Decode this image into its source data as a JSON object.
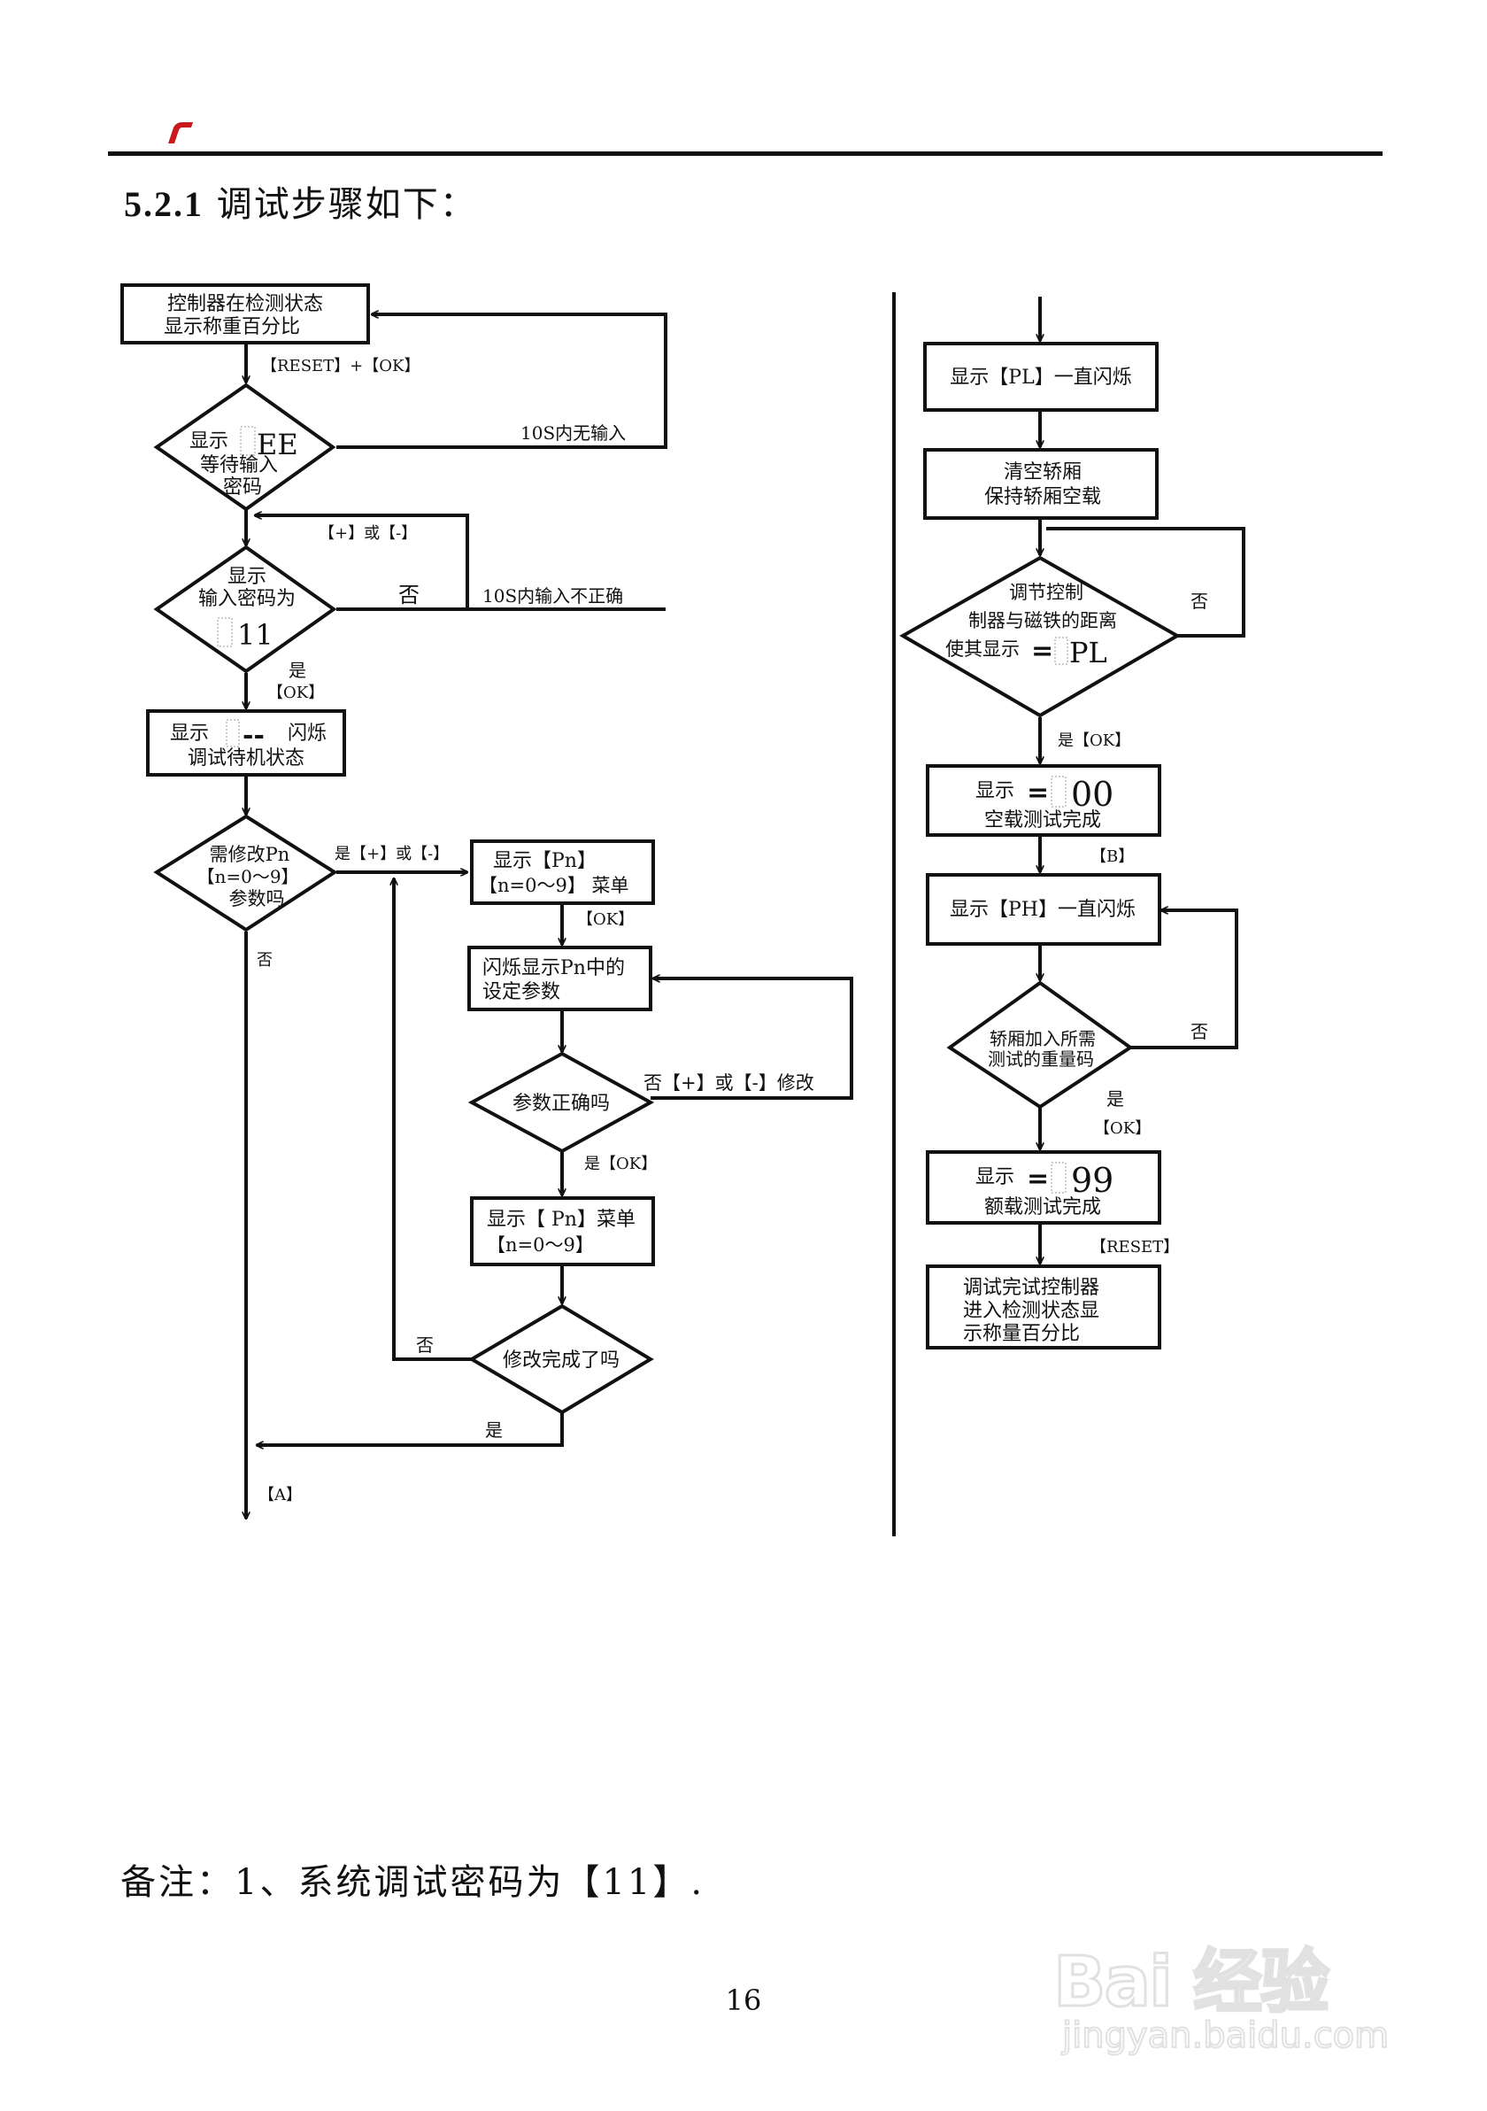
{
  "header": {
    "section_number": "5.2.1",
    "section_title": "调试步骤如下："
  },
  "left": {
    "n1": [
      "控制器在检测状态",
      "显示称重百分比"
    ],
    "e1": "【RESET】+【OK】",
    "d1": {
      "l1": "显示",
      "l2": "等待输入",
      "l3": "密码",
      "seg": "EE"
    },
    "e_timeout": "10S内无输入",
    "e_plusminus": "【+】或【-】",
    "d2": {
      "l1": "显示",
      "l2": "输入密码为",
      "seg": "11"
    },
    "no": "否",
    "e_wrong": "10S内输入不正确",
    "yes": "是",
    "ok": "【OK】",
    "n2": {
      "pre": "显示",
      "post": "闪烁",
      "l2": "调试待机状态",
      "seg": "--"
    },
    "d3": [
      "需修改Pn",
      "【n=0～9】",
      "参数吗"
    ],
    "e_yes_pm": "是【+】或【-】",
    "n3": [
      "显示【Pn】",
      "【n=0～9】 菜单"
    ],
    "n4": [
      "闪烁显示Pn中的",
      "设定参数"
    ],
    "d4": "参数正确吗",
    "e_no_modify": "否【+】或【-】修改",
    "e_yes_ok": "是【OK】",
    "n5": [
      "显示【 Pn】菜单",
      "【n=0～9】"
    ],
    "d5": "修改完成了吗",
    "e_end": "【A】"
  },
  "right": {
    "r1": "显示【PL】一直闪烁",
    "r2": [
      "清空轿厢",
      "保持轿厢空载"
    ],
    "rd1": {
      "l1": "调节控制",
      "l2": "制器与磁铁的距离",
      "l3": "使其显示",
      "seg": "PL"
    },
    "e_no": "否",
    "e_yes_ok": "是【OK】",
    "r3": {
      "l1": "显示",
      "l2": "空载测试完成",
      "seg": "00"
    },
    "e_b": "【B】",
    "r4": "显示【PH】一直闪烁",
    "rd2": [
      "轿厢加入所需",
      "测试的重量码"
    ],
    "e_yes": "是",
    "e_ok": "【OK】",
    "r5": {
      "l1": "显示",
      "l2": "额载测试完成",
      "seg": "99"
    },
    "e_reset": "【RESET】",
    "r6": [
      "调试完试控制器",
      "进入检测状态显",
      "示称量百分比"
    ]
  },
  "note": "备注：1、系统调试密码为【11】.",
  "page_number": "16",
  "watermark": {
    "brand": "Bai 经验",
    "url": "jingyan.baidu.com"
  },
  "colors": {
    "logo": "#c8191e",
    "ink": "#111111",
    "watermark": "#c9c9c9"
  }
}
